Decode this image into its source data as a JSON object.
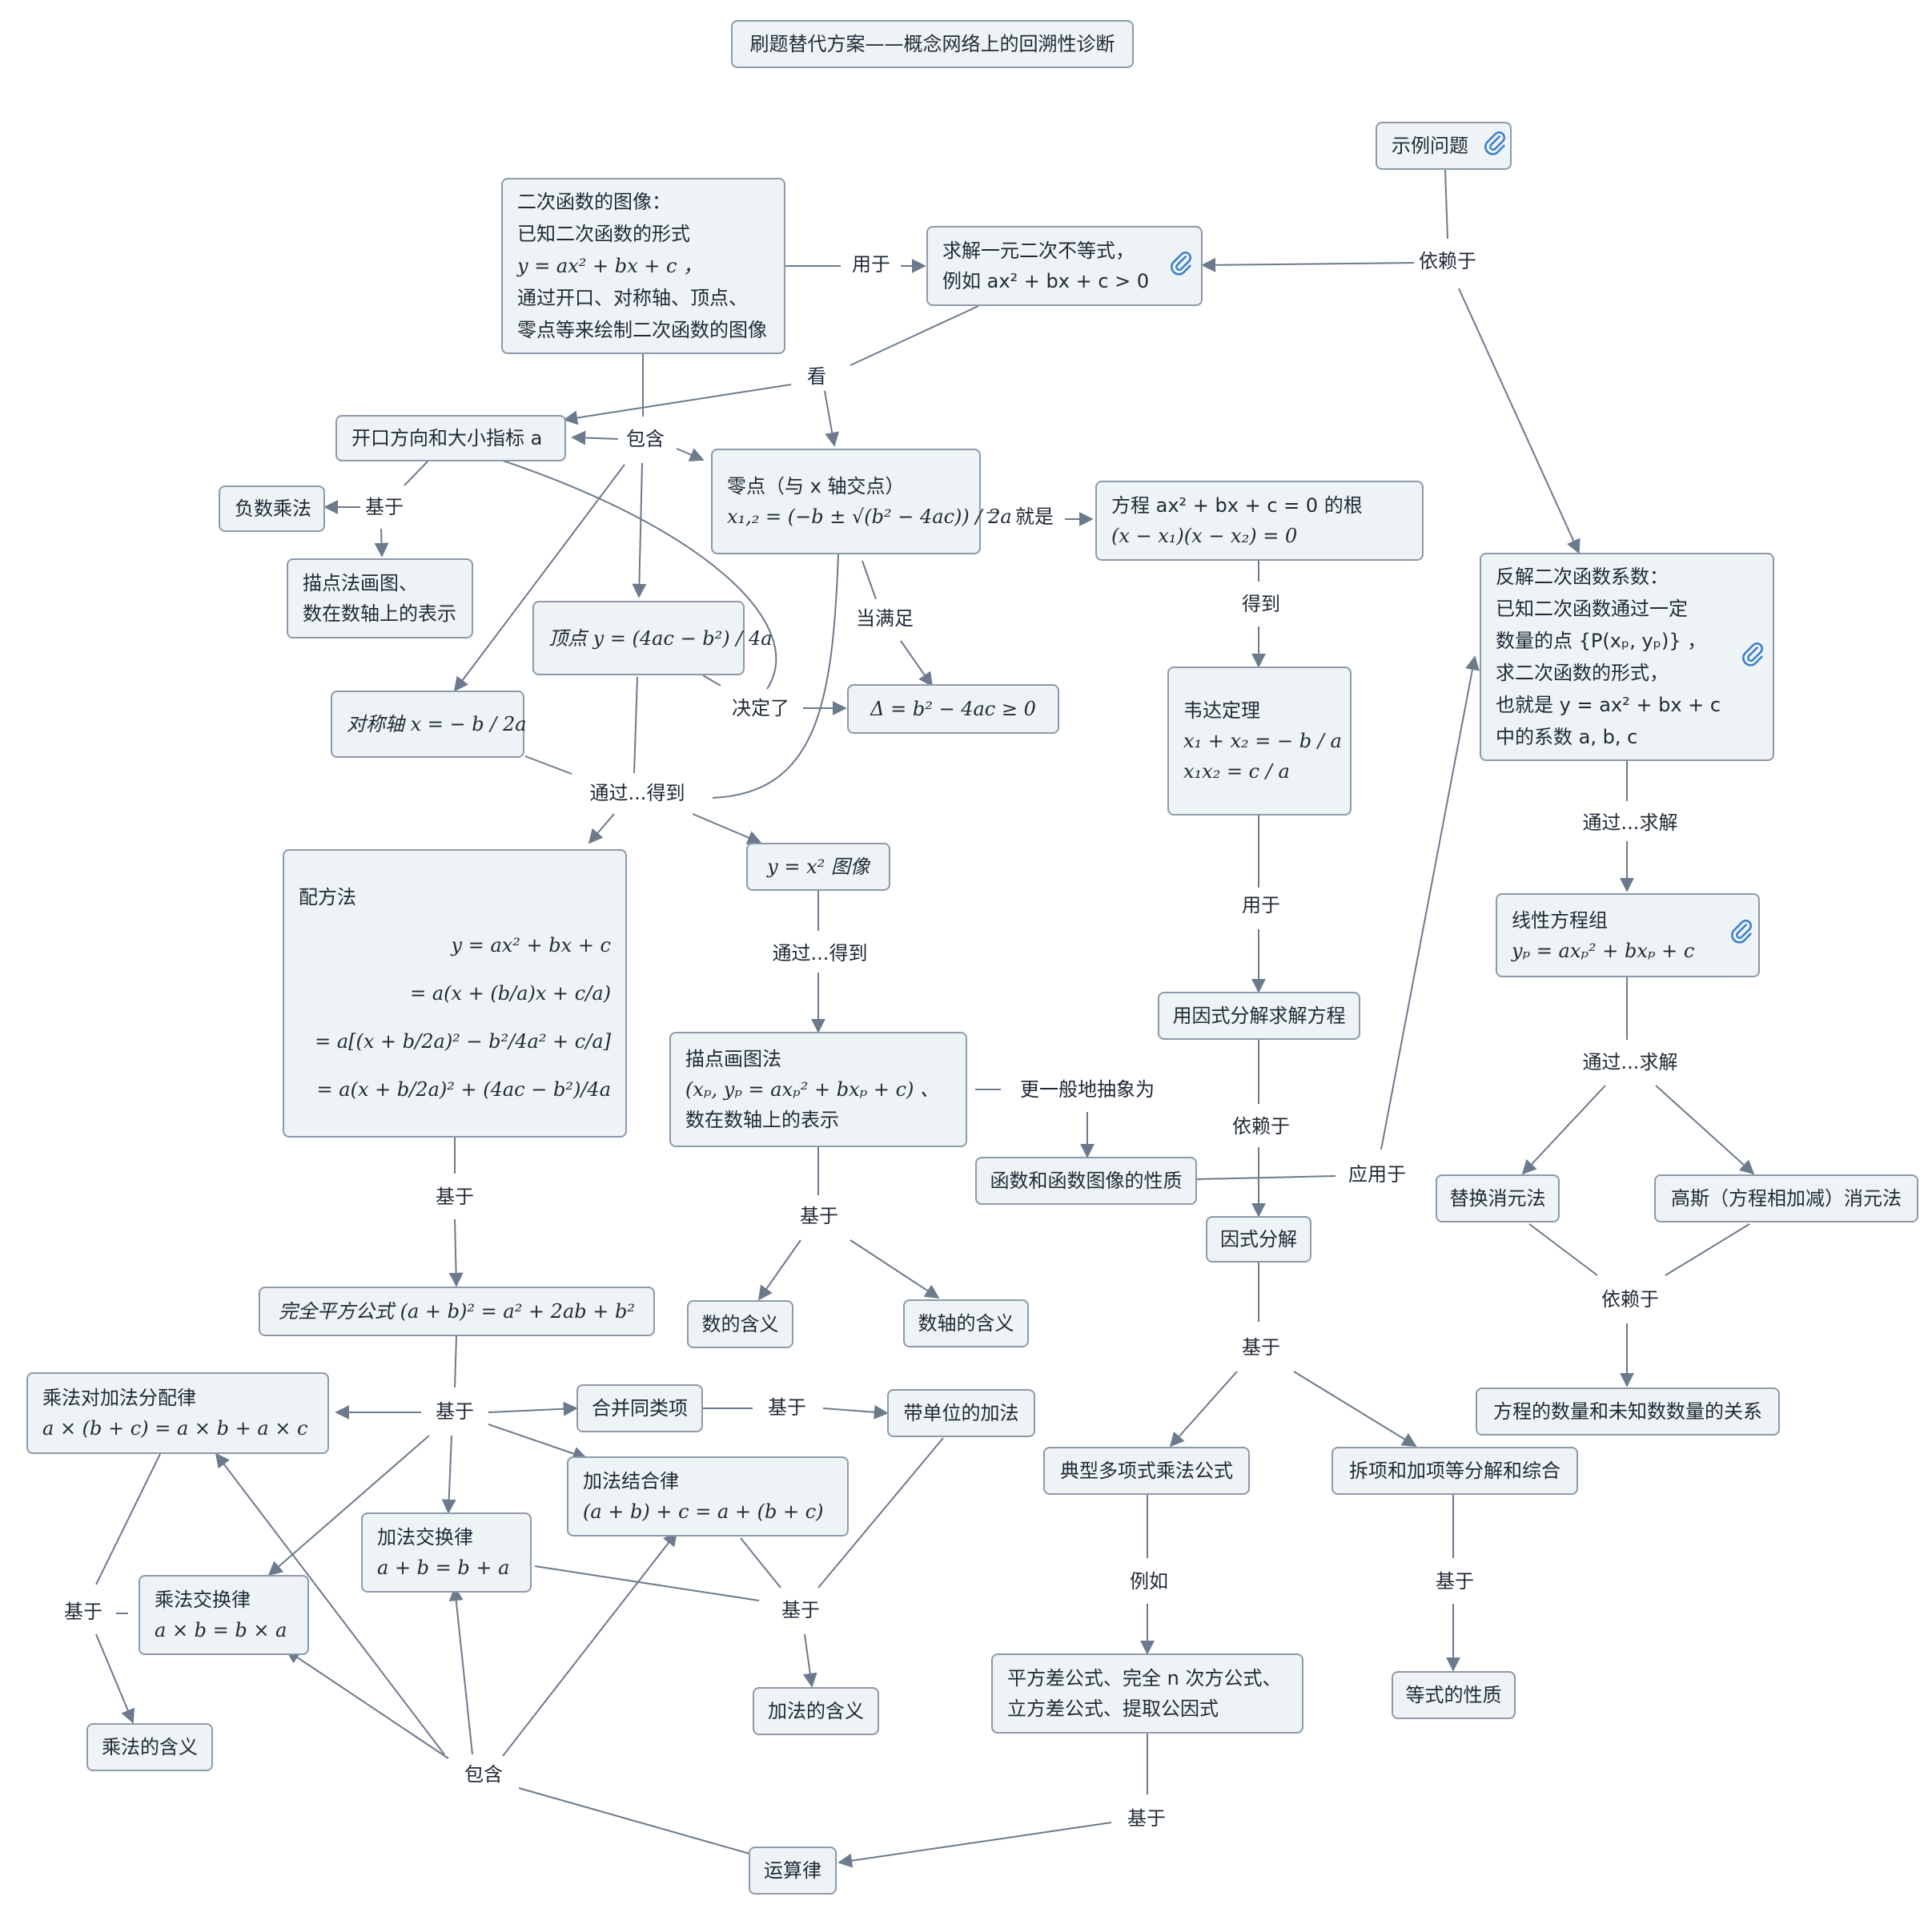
{
  "title": "刷题替代方案——概念网络上的回溯性诊断",
  "nodes": {
    "example": "示例问题",
    "graph": [
      "二次函数的图像：",
      "已知二次函数的形式",
      "y = ax² + bx + c ，",
      "通过开口、对称轴、顶点、",
      "零点等来绘制二次函数的图像"
    ],
    "ineq": [
      "求解一元二次不等式，",
      "例如 ax² + bx + c > 0"
    ],
    "opening": "开口方向和大小指标 a",
    "neg": "负数乘法",
    "plotNum": [
      "描点法画图、",
      "数在数轴上的表示"
    ],
    "zero": [
      "零点（与 x 轴交点）",
      "x₁,₂ = (−b ± √(b² − 4ac)) / 2a"
    ],
    "eqRoot": [
      "方程 ax² + bx + c = 0 的根",
      "(x − x₁)(x − x₂) = 0"
    ],
    "vertex": "顶点 y = (4ac − b²) / 4a",
    "axis": "对称轴 x = − b / 2a",
    "delta": "Δ = b² − 4ac ≥ 0",
    "vieta": [
      "韦达定理",
      "x₁ + x₂ = − b / a",
      "x₁x₂ = c / a"
    ],
    "inverse": [
      "反解二次函数系数：",
      "已知二次函数通过一定",
      "数量的点 {P(xₚ, yₚ)} ，",
      "求二次函数的形式，",
      "也就是 y = ax² + bx + c",
      "中的系数 a, b, c"
    ],
    "complete": [
      "配方法",
      "y = ax² + bx + c",
      "= a(x + (b/a)x + c/a)",
      "= a[(x + b/2a)² − b²/4a² + c/a]",
      "= a(x + b/2a)² + (4ac − b²)/4a"
    ],
    "yx2": "y = x² 图像",
    "plot": [
      "描点画图法",
      "(xₚ, yₚ = axₚ² + bxₚ + c) 、",
      "数在数轴上的表示"
    ],
    "factorSolve": "用因式分解求解方程",
    "linear": [
      "线性方程组",
      "yₚ = axₚ² + bxₚ + c"
    ],
    "func": "函数和函数图像的性质",
    "factor": "因式分解",
    "subst": "替换消元法",
    "gauss": "高斯（方程相加减）消元法",
    "numMeaning": "数的含义",
    "lineMeaning": "数轴的含义",
    "perfect": "完全平方公式 (a + b)² = a² + 2ab + b²",
    "eqCount": "方程的数量和未知数数量的关系",
    "distrib": [
      "乘法对加法分配律",
      "a × (b + c) = a × b + a × c"
    ],
    "combine": "合并同类项",
    "unitAdd": "带单位的加法",
    "typical": "典型多项式乘法公式",
    "split": "拆项和加项等分解和综合",
    "assoc": [
      "加法结合律",
      "(a + b) + c = a + (b + c)"
    ],
    "commAdd": [
      "加法交换律",
      "a + b = b + a"
    ],
    "commMul": [
      "乘法交换律",
      "a × b = b × a"
    ],
    "formulas": [
      "平方差公式、完全 n 次方公式、",
      "立方差公式、提取公因式"
    ],
    "eqProp": "等式的性质",
    "addMeaning": "加法的含义",
    "mulMeaning": "乘法的含义",
    "ops": "运算律"
  },
  "labels": {
    "yong1": "用于",
    "yilai1": "依赖于",
    "kan": "看",
    "baohan1": "包含",
    "jiyu1": "基于",
    "jiushi": "就是",
    "dangmanzu": "当满足",
    "juedingle": "决定了",
    "tongguo1": "通过...得到",
    "dedao": "得到",
    "tongguoqiujie1": "通过...求解",
    "tongguo2": "通过...得到",
    "yong2": "用于",
    "tongguoqiujie2": "通过...求解",
    "gengyiban": "更一般地抽象为",
    "yilai2": "依赖于",
    "yingyong": "应用于",
    "jiyu2": "基于",
    "jiyu3": "基于",
    "jiyu4": "基于",
    "yilai3": "依赖于",
    "jiyu5": "基于",
    "jiyu6": "基于",
    "liru": "例如",
    "jiyu7": "基于",
    "jiyu8": "基于",
    "jiyu9": "基于",
    "baohan2": "包含",
    "jiyu10": "基于"
  },
  "colors": {
    "nodeFill": "#eef3f5",
    "nodeBorder": "#8d9aab",
    "edge": "#6b7a8c",
    "clip": "#3b7fd1"
  }
}
